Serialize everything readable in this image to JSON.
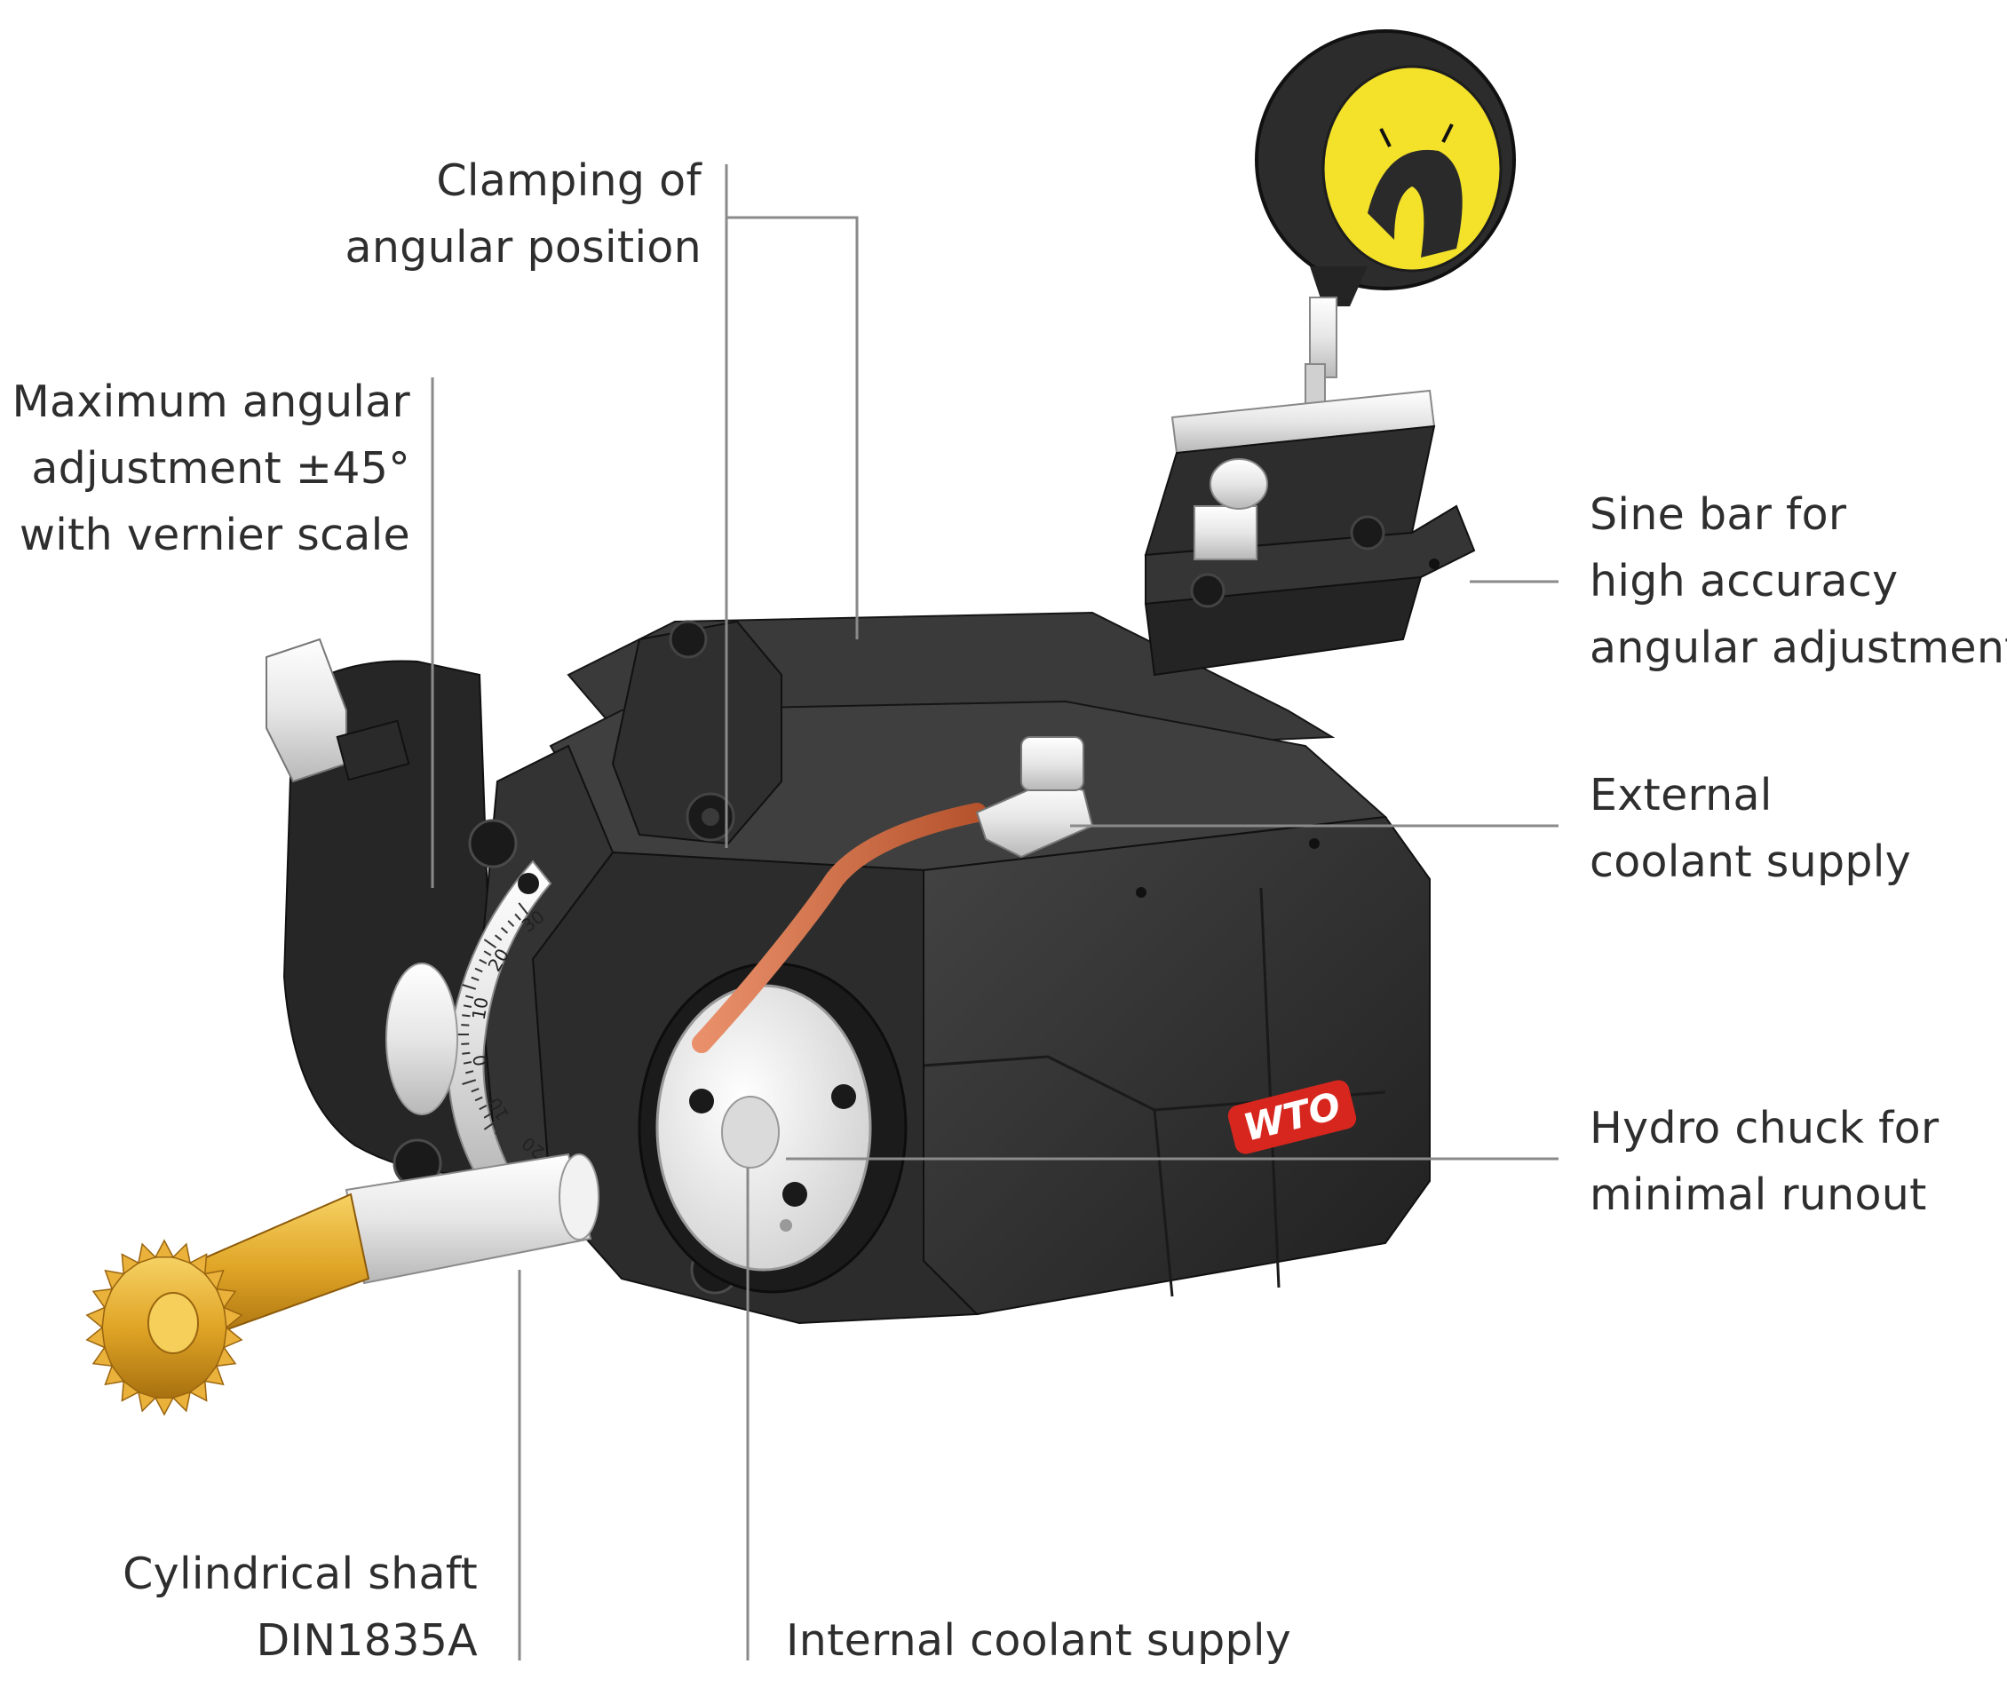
{
  "callouts": {
    "clamping": [
      "Clamping of",
      "angular position"
    ],
    "max_angular": [
      "Maximum angular",
      "adjustment ±45°",
      "with vernier scale"
    ],
    "sine_bar": [
      "Sine bar for",
      "high accuracy",
      "angular adjustment"
    ],
    "external_coolant": [
      "External",
      "coolant supply"
    ],
    "hydro_chuck": [
      "Hydro chuck for",
      "minimal runout"
    ],
    "cylindrical_shaft": [
      "Cylindrical shaft",
      "DIN1835A"
    ],
    "internal_coolant": [
      "Internal coolant supply"
    ]
  },
  "brand_logo": "WTO",
  "scale_marks": [
    "30",
    "20",
    "10",
    "0",
    "10",
    "20"
  ],
  "colors": {
    "body": "#2b2b2b",
    "body_light": "#3d3d3d",
    "steel": "#e6e6e6",
    "gold": "#e0a526",
    "yellow": "#f3e12a",
    "copper": "#d8744a",
    "line": "#8a8a8a",
    "text": "#2e2e2e",
    "logo_red": "#d7261e"
  }
}
